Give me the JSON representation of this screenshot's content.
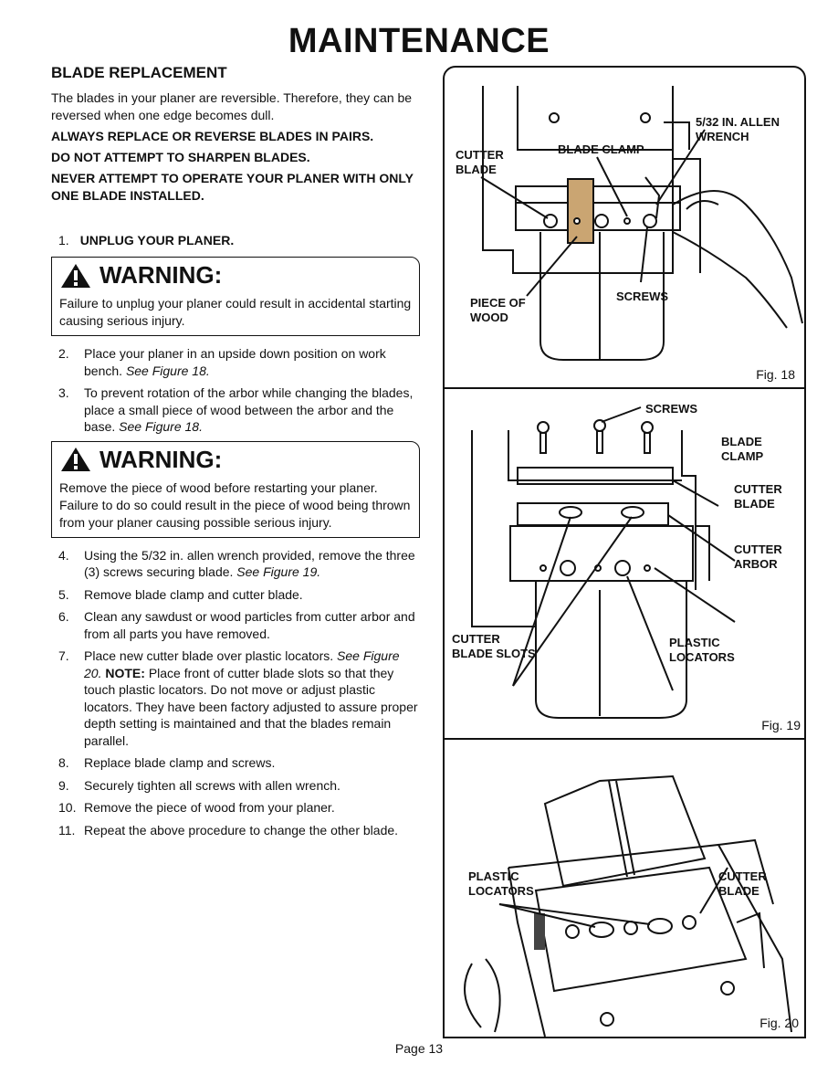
{
  "page_title": "MAINTENANCE",
  "section_title": "BLADE REPLACEMENT",
  "intro": "The blades in your planer are reversible. Therefore, they can be reversed when one edge becomes dull.",
  "notices": [
    "ALWAYS REPLACE OR REVERSE BLADES IN PAIRS.",
    "DO NOT ATTEMPT TO SHARPEN BLADES.",
    "NEVER ATTEMPT TO OPERATE YOUR PLANER WITH ONLY ONE BLADE INSTALLED."
  ],
  "step1": {
    "num": "1.",
    "text": "UNPLUG YOUR PLANER."
  },
  "warning1": {
    "heading": "WARNING:",
    "text": "Failure to unplug your planer could result in accidental starting causing serious injury."
  },
  "steps_a": [
    {
      "num": "2.",
      "text": "Place your planer in an upside down position on work bench.",
      "ref": "See Figure 18."
    },
    {
      "num": "3.",
      "text": "To prevent rotation of the arbor while changing the blades, place a small piece of wood between the arbor and the base.",
      "ref": "See Figure 18."
    }
  ],
  "warning2": {
    "heading": "WARNING:",
    "text": "Remove the piece of wood before restarting your planer. Failure to do so could result in the piece of wood being thrown from your planer causing possible serious injury."
  },
  "steps_b": [
    {
      "num": "4.",
      "text": "Using the 5/32 in. allen wrench provided, remove the three (3) screws securing blade.",
      "ref": "See Figure 19."
    },
    {
      "num": "5.",
      "text": "Remove blade clamp and cutter blade.",
      "ref": ""
    },
    {
      "num": "6.",
      "text": "Clean any sawdust or wood particles from cutter arbor and from all parts you have removed.",
      "ref": ""
    }
  ],
  "step7": {
    "num": "7.",
    "text": "Place new cutter blade over plastic locators.",
    "ref": "See Figure 20.",
    "note_label": "NOTE:",
    "note": "Place front of cutter blade slots so that they touch plastic locators. Do not move or adjust plastic locators. They have been factory adjusted to assure proper depth setting is maintained and that the blades remain parallel."
  },
  "steps_c": [
    {
      "num": "8.",
      "text": "Replace blade clamp and screws."
    },
    {
      "num": "9.",
      "text": "Securely tighten all screws with allen wrench."
    },
    {
      "num": "10.",
      "text": "Remove the piece of wood from your planer."
    },
    {
      "num": "11.",
      "text": "Repeat the above procedure to change the other blade."
    }
  ],
  "fig18": {
    "caption": "Fig. 18",
    "labels": {
      "wrench": "5/32 IN. ALLEN WRENCH",
      "clamp": "BLADE CLAMP",
      "blade": "CUTTER BLADE",
      "wood": "PIECE OF WOOD",
      "screws": "SCREWS"
    }
  },
  "fig19": {
    "caption": "Fig. 19",
    "labels": {
      "screws": "SCREWS",
      "clamp": "BLADE CLAMP",
      "blade": "CUTTER BLADE",
      "arbor": "CUTTER ARBOR",
      "slots": "CUTTER BLADE SLOTS",
      "locators": "PLASTIC LOCATORS"
    }
  },
  "fig20": {
    "caption": "Fig. 20",
    "labels": {
      "locators": "PLASTIC LOCATORS",
      "blade": "CUTTER BLADE"
    }
  },
  "footer": "Page 13"
}
